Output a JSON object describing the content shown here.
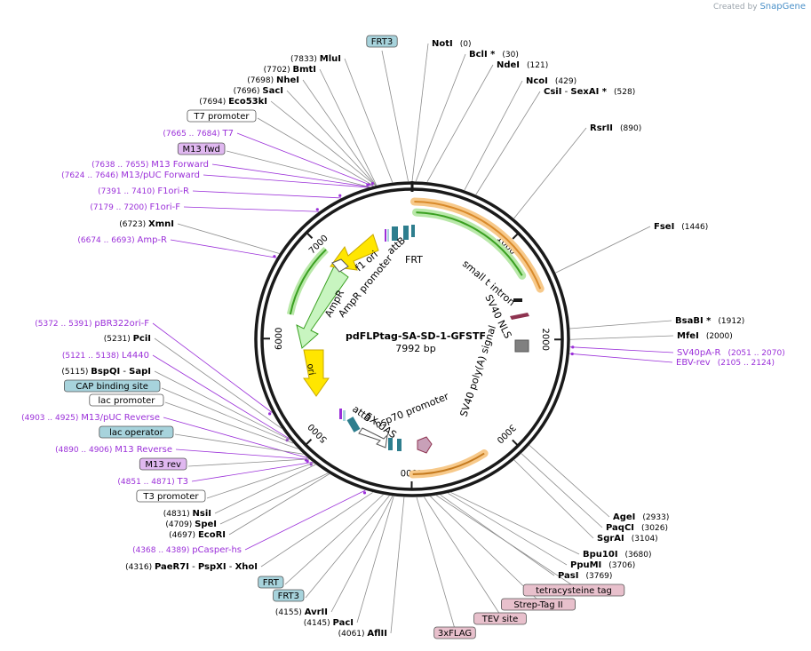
{
  "credit": {
    "prefix": "Created by",
    "brand": "SnapGene"
  },
  "plasmid": {
    "name": "pdFLPtag-SA-SD-1-GFSTF",
    "length": "7992 bp",
    "total_bp": 7992
  },
  "ticks": [
    "1000",
    "2000",
    "3000",
    "4000",
    "5000",
    "6000",
    "7000"
  ],
  "sites_right": [
    {
      "name": "NotI",
      "pos": "(0)",
      "bp": 0
    },
    {
      "name": "BclI *",
      "pos": "(30)",
      "bp": 30
    },
    {
      "name": "NdeI",
      "pos": "(121)",
      "bp": 121
    },
    {
      "name": "NcoI",
      "pos": "(429)",
      "bp": 429
    },
    {
      "name": "CsiI",
      "sep": "-",
      "name2": "SexAI *",
      "pos": "(528)",
      "bp": 528
    },
    {
      "name": "RsrII",
      "pos": "(890)",
      "bp": 890
    },
    {
      "name": "FseI",
      "pos": "(1446)",
      "bp": 1446
    },
    {
      "name": "BsaBI *",
      "pos": "(1912)",
      "bp": 1912
    },
    {
      "name": "MfeI",
      "pos": "(2000)",
      "bp": 2000
    },
    {
      "name": "AgeI",
      "pos": "(2933)",
      "bp": 2933
    },
    {
      "name": "PaqCI",
      "pos": "(3026)",
      "bp": 3026
    },
    {
      "name": "SgrAI",
      "pos": "(3104)",
      "bp": 3104
    },
    {
      "name": "Bpu10I",
      "pos": "(3680)",
      "bp": 3680
    },
    {
      "name": "PpuMI",
      "pos": "(3706)",
      "bp": 3706
    },
    {
      "name": "PasI",
      "pos": "(3769)",
      "bp": 3769
    }
  ],
  "sites_left": [
    {
      "name": "MluI",
      "pos": "(7833)",
      "bp": 7833
    },
    {
      "name": "BmtI",
      "pos": "(7702)",
      "bp": 7702
    },
    {
      "name": "NheI",
      "pos": "(7698)",
      "bp": 7698
    },
    {
      "name": "SacI",
      "pos": "(7696)",
      "bp": 7696
    },
    {
      "name": "Eco53kI",
      "pos": "(7694)",
      "bp": 7694
    },
    {
      "name": "XmnI",
      "pos": "(6723)",
      "bp": 6723
    },
    {
      "name": "PciI",
      "pos": "(5231)",
      "bp": 5231
    },
    {
      "name": "BspQI",
      "sep": "-",
      "name2": "SapI",
      "pos": "(5115)",
      "bp": 5115
    },
    {
      "name": "NsiI",
      "pos": "(4831)",
      "bp": 4831
    },
    {
      "name": "SpeI",
      "pos": "(4709)",
      "bp": 4709
    },
    {
      "name": "EcoRI",
      "pos": "(4697)",
      "bp": 4697
    },
    {
      "name": "PaeR7I",
      "sep": "-",
      "name2": "PspXI",
      "sep2": "-",
      "name3": "XhoI",
      "pos": "(4316)",
      "bp": 4316
    },
    {
      "name": "AvrII",
      "pos": "(4155)",
      "bp": 4155
    },
    {
      "name": "PacI",
      "pos": "(4145)",
      "bp": 4145
    },
    {
      "name": "AflII",
      "pos": "(4061)",
      "bp": 4061
    }
  ],
  "primers": [
    {
      "name": "T7",
      "pos": "(7665 .. 7684)",
      "bp": 7675
    },
    {
      "name": "M13 Forward",
      "pos": "(7638 .. 7655)",
      "bp": 7646
    },
    {
      "name": "M13/pUC Forward",
      "pos": "(7624 .. 7646)",
      "bp": 7635
    },
    {
      "name": "F1ori-R",
      "pos": "(7391 .. 7410)",
      "bp": 7400
    },
    {
      "name": "F1ori-F",
      "pos": "(7179 .. 7200)",
      "bp": 7190
    },
    {
      "name": "Amp-R",
      "pos": "(6674 .. 6693)",
      "bp": 6683
    },
    {
      "name": "pBR322ori-F",
      "pos": "(5372 .. 5391)",
      "bp": 5381
    },
    {
      "name": "L4440",
      "pos": "(5121 .. 5138)",
      "bp": 5130
    },
    {
      "name": "M13/pUC Reverse",
      "pos": "(4903 .. 4925)",
      "bp": 4914
    },
    {
      "name": "M13 Reverse",
      "pos": "(4890 .. 4906)",
      "bp": 4898
    },
    {
      "name": "T3",
      "pos": "(4851 .. 4871)",
      "bp": 4861
    },
    {
      "name": "pCasper-hs",
      "pos": "(4368 .. 4389)",
      "bp": 4378
    },
    {
      "name": "SV40pA-R",
      "pos": "(2051 .. 2070)",
      "bp": 2060
    },
    {
      "name": "EBV-rev",
      "pos": "(2105 .. 2124)",
      "bp": 2114
    }
  ],
  "boxed": [
    {
      "name": "FRT3",
      "style": "blue",
      "bp": 7960
    },
    {
      "name": "T7 promoter",
      "style": "white",
      "bp": 7680
    },
    {
      "name": "M13 fwd",
      "style": "purple",
      "bp": 7645
    },
    {
      "name": "CAP binding site",
      "style": "blue",
      "bp": 5080
    },
    {
      "name": "lac promoter",
      "style": "white",
      "bp": 5020
    },
    {
      "name": "lac operator",
      "style": "blue",
      "bp": 4960
    },
    {
      "name": "M13 rev",
      "style": "purple",
      "bp": 4900
    },
    {
      "name": "T3 promoter",
      "style": "white",
      "bp": 4850
    },
    {
      "name": "FRT",
      "style": "blue",
      "bp": 4230
    },
    {
      "name": "FRT3",
      "style": "blue",
      "bp": 4180
    },
    {
      "name": "3xFLAG",
      "style": "pink",
      "bp": 3960
    },
    {
      "name": "TEV site",
      "style": "pink",
      "bp": 3900
    },
    {
      "name": "Strep-Tag II",
      "style": "pink",
      "bp": 3850
    },
    {
      "name": "tetracysteine tag",
      "style": "pink",
      "bp": 3800
    }
  ],
  "inner_features": [
    "attB",
    "FRT",
    "small t intron",
    "SV40 NLS",
    "SV40 poly(A) signal",
    "hsp70 promoter",
    "5X UAS",
    "attB",
    "ori",
    "AmpR",
    "AmpR promoter",
    "f1 ori"
  ],
  "colors": {
    "ring": "#1a1a1a",
    "primer": "#9b30d9",
    "orange_arrow": "#e8a040",
    "green_arrow": "#3aa021",
    "yellow_arrow": "#ffe600",
    "light_green": "#c8f5c0",
    "box_blue": "#a7d3dc",
    "box_purple": "#e0b8f0",
    "box_pink": "#e8c0cc",
    "teal": "#2e7e8e",
    "line": "#8c8c8c"
  }
}
